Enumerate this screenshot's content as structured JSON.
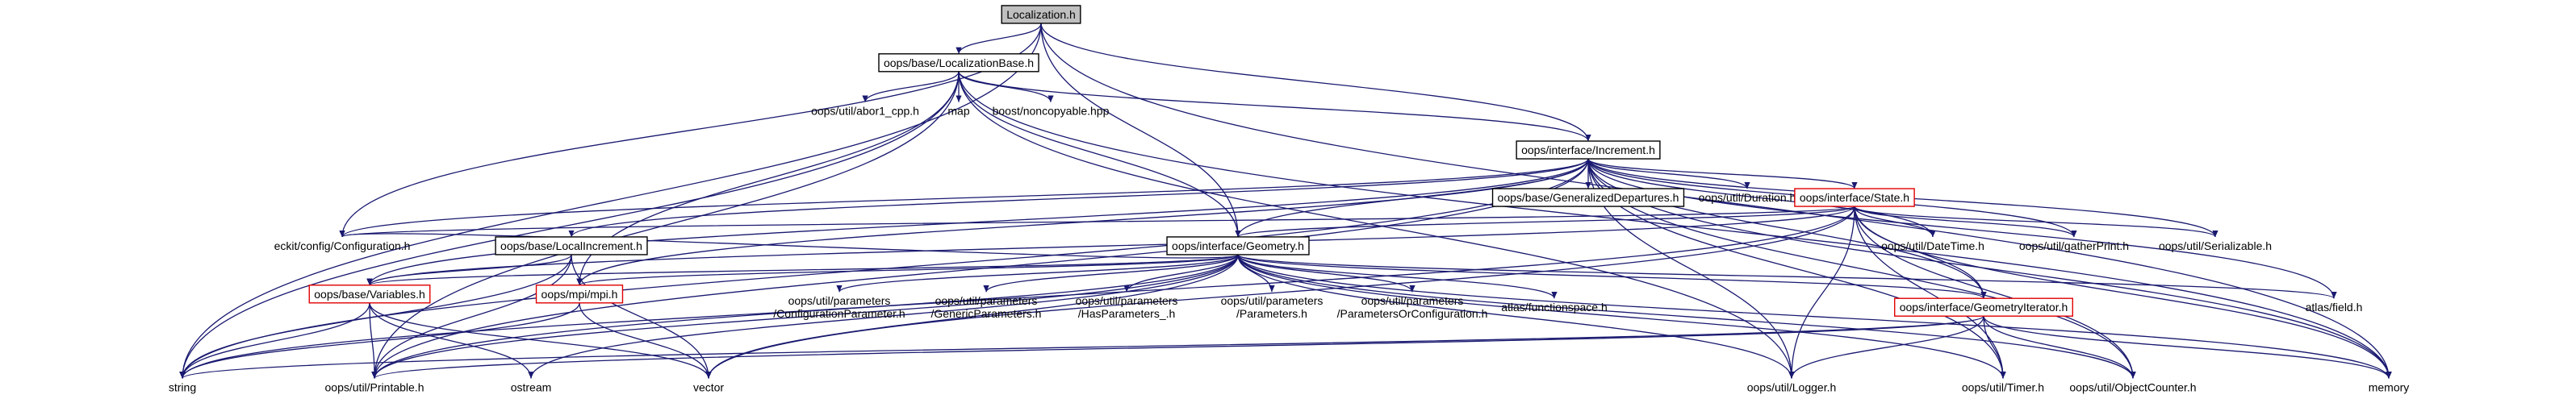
{
  "graph": {
    "nodes": [
      {
        "id": "loc",
        "label": "Localization.h",
        "style": "root"
      },
      {
        "id": "lb",
        "label": "oops/base/LocalizationBase.h",
        "style": "doc"
      },
      {
        "id": "inc",
        "label": "oops/interface/Increment.h",
        "style": "doc"
      },
      {
        "id": "abort",
        "label": "oops/util/abor1_cpp.h",
        "style": "plain"
      },
      {
        "id": "map",
        "label": "map",
        "style": "plain"
      },
      {
        "id": "boost",
        "label": "boost/noncopyable.hpp",
        "style": "plain"
      },
      {
        "id": "gendep",
        "label": "oops/base/GeneralizedDepartures.h",
        "style": "doc"
      },
      {
        "id": "dur",
        "label": "oops/util/Duration.h",
        "style": "plain"
      },
      {
        "id": "state",
        "label": "oops/interface/State.h",
        "style": "red"
      },
      {
        "id": "eckit",
        "label": "eckit/config/Configuration.h",
        "style": "plain"
      },
      {
        "id": "locinc",
        "label": "oops/base/LocalIncrement.h",
        "style": "doc"
      },
      {
        "id": "geom",
        "label": "oops/interface/Geometry.h",
        "style": "doc"
      },
      {
        "id": "dt",
        "label": "oops/util/DateTime.h",
        "style": "plain"
      },
      {
        "id": "gp",
        "label": "oops/util/gatherPrint.h",
        "style": "plain"
      },
      {
        "id": "ser",
        "label": "oops/util/Serializable.h",
        "style": "plain"
      },
      {
        "id": "vars",
        "label": "oops/base/Variables.h",
        "style": "red"
      },
      {
        "id": "mpi",
        "label": "oops/mpi/mpi.h",
        "style": "red"
      },
      {
        "id": "cfgp",
        "label": [
          "oops/util/parameters",
          "/ConfigurationParameter.h"
        ],
        "style": "plain"
      },
      {
        "id": "genp",
        "label": [
          "oops/util/parameters",
          "/GenericParameters.h"
        ],
        "style": "plain"
      },
      {
        "id": "hasp",
        "label": [
          "oops/util/parameters",
          "/HasParameters_.h"
        ],
        "style": "plain"
      },
      {
        "id": "params",
        "label": [
          "oops/util/parameters",
          "/Parameters.h"
        ],
        "style": "plain"
      },
      {
        "id": "porc",
        "label": [
          "oops/util/parameters",
          "/ParametersOrConfiguration.h"
        ],
        "style": "plain"
      },
      {
        "id": "atlfs",
        "label": "atlas/functionspace.h",
        "style": "plain"
      },
      {
        "id": "geoit",
        "label": "oops/interface/GeometryIterator.h",
        "style": "red"
      },
      {
        "id": "field",
        "label": "atlas/field.h",
        "style": "plain"
      },
      {
        "id": "string",
        "label": "string",
        "style": "plain"
      },
      {
        "id": "print",
        "label": "oops/util/Printable.h",
        "style": "plain"
      },
      {
        "id": "ostream",
        "label": "ostream",
        "style": "plain"
      },
      {
        "id": "vector",
        "label": "vector",
        "style": "plain"
      },
      {
        "id": "logger",
        "label": "oops/util/Logger.h",
        "style": "plain"
      },
      {
        "id": "timer",
        "label": "oops/util/Timer.h",
        "style": "plain"
      },
      {
        "id": "objc",
        "label": "oops/util/ObjectCounter.h",
        "style": "plain"
      },
      {
        "id": "memory",
        "label": "memory",
        "style": "plain"
      }
    ],
    "edges": [
      [
        "loc",
        "lb"
      ],
      [
        "loc",
        "inc"
      ],
      [
        "loc",
        "geom"
      ],
      [
        "loc",
        "eckit"
      ],
      [
        "loc",
        "string"
      ],
      [
        "loc",
        "memory"
      ],
      [
        "lb",
        "inc"
      ],
      [
        "lb",
        "abort"
      ],
      [
        "lb",
        "map"
      ],
      [
        "lb",
        "boost"
      ],
      [
        "lb",
        "geom"
      ],
      [
        "lb",
        "mpi"
      ],
      [
        "lb",
        "print"
      ],
      [
        "lb",
        "string"
      ],
      [
        "lb",
        "memory"
      ],
      [
        "lb",
        "logger"
      ],
      [
        "inc",
        "gendep"
      ],
      [
        "inc",
        "dur"
      ],
      [
        "inc",
        "state"
      ],
      [
        "inc",
        "dt"
      ],
      [
        "inc",
        "gp"
      ],
      [
        "inc",
        "ser"
      ],
      [
        "inc",
        "field"
      ],
      [
        "inc",
        "memory"
      ],
      [
        "inc",
        "locinc"
      ],
      [
        "inc",
        "geom"
      ],
      [
        "inc",
        "vars"
      ],
      [
        "inc",
        "mpi"
      ],
      [
        "inc",
        "eckit"
      ],
      [
        "inc",
        "string"
      ],
      [
        "inc",
        "print"
      ],
      [
        "inc",
        "geoit"
      ],
      [
        "inc",
        "objc"
      ],
      [
        "inc",
        "timer"
      ],
      [
        "inc",
        "logger"
      ],
      [
        "state",
        "geom"
      ],
      [
        "state",
        "dt"
      ],
      [
        "state",
        "gp"
      ],
      [
        "state",
        "ser"
      ],
      [
        "state",
        "memory"
      ],
      [
        "state",
        "eckit"
      ],
      [
        "state",
        "vars"
      ],
      [
        "state",
        "print"
      ],
      [
        "state",
        "vector"
      ],
      [
        "state",
        "objc"
      ],
      [
        "state",
        "timer"
      ],
      [
        "state",
        "logger"
      ],
      [
        "state",
        "geoit"
      ],
      [
        "locinc",
        "vars"
      ],
      [
        "locinc",
        "string"
      ],
      [
        "locinc",
        "print"
      ],
      [
        "locinc",
        "vector"
      ],
      [
        "geom",
        "cfgp"
      ],
      [
        "geom",
        "genp"
      ],
      [
        "geom",
        "hasp"
      ],
      [
        "geom",
        "params"
      ],
      [
        "geom",
        "porc"
      ],
      [
        "geom",
        "atlfs"
      ],
      [
        "geom",
        "field"
      ],
      [
        "geom",
        "geoit"
      ],
      [
        "geom",
        "mpi"
      ],
      [
        "geom",
        "vars"
      ],
      [
        "geom",
        "string"
      ],
      [
        "geom",
        "print"
      ],
      [
        "geom",
        "ostream"
      ],
      [
        "geom",
        "vector"
      ],
      [
        "geom",
        "logger"
      ],
      [
        "geom",
        "timer"
      ],
      [
        "geom",
        "objc"
      ],
      [
        "geom",
        "memory"
      ],
      [
        "geom",
        "eckit"
      ],
      [
        "vars",
        "string"
      ],
      [
        "vars",
        "print"
      ],
      [
        "vars",
        "vector"
      ],
      [
        "vars",
        "ostream"
      ],
      [
        "mpi",
        "vector"
      ],
      [
        "mpi",
        "string"
      ],
      [
        "geoit",
        "logger"
      ],
      [
        "geoit",
        "timer"
      ],
      [
        "geoit",
        "objc"
      ],
      [
        "geoit",
        "memory"
      ],
      [
        "geoit",
        "string"
      ],
      [
        "geoit",
        "print"
      ]
    ]
  }
}
